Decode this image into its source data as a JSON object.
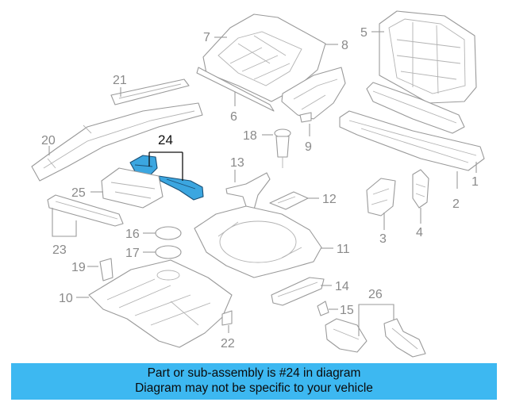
{
  "diagram": {
    "highlighted_callout": "24",
    "callouts": [
      "1",
      "2",
      "3",
      "4",
      "5",
      "6",
      "7",
      "8",
      "9",
      "10",
      "11",
      "12",
      "13",
      "14",
      "15",
      "16",
      "17",
      "18",
      "19",
      "20",
      "21",
      "22",
      "23",
      "25",
      "26"
    ],
    "colors": {
      "highlight_fill": "#3ba6e0",
      "line": "#9a9a9a",
      "banner": "#3db8f1"
    }
  },
  "banner": {
    "line1": "Part or sub-assembly is #24 in diagram",
    "line2": "Diagram may not be specific to your vehicle"
  }
}
